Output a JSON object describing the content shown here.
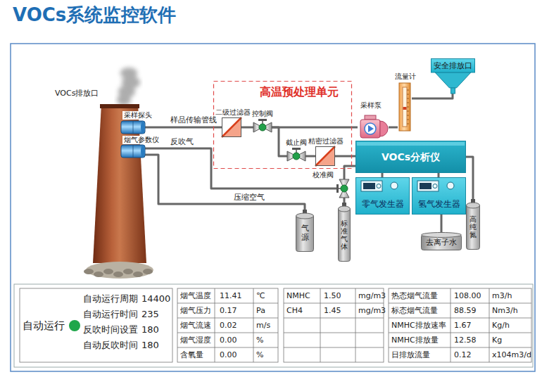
{
  "diagram": {
    "title": "VOCs系统监控软件",
    "nodes": [
      {
        "text": [
          "VOCs排放口"
        ]
      },
      {
        "text": [
          "采样探头"
        ]
      },
      {
        "text": [
          "烟气参数仪"
        ]
      },
      {
        "text": [
          "高温预处理单元"
        ]
      },
      {
        "text": [
          "二级过滤器"
        ],
        "in": 3
      },
      {
        "text": [
          "控制阀"
        ],
        "in": 3
      },
      {
        "text": [
          "截止阀"
        ],
        "in": 3
      },
      {
        "text": [
          "精密过滤器"
        ],
        "in": 3
      },
      {
        "text": [
          "采样泵"
        ]
      },
      {
        "text": [
          "流量计"
        ]
      },
      {
        "text": [
          "安全排放口"
        ]
      },
      {
        "text": [
          "VOCs分析仪"
        ]
      },
      {
        "text": [
          "零气发生器"
        ]
      },
      {
        "text": [
          "氢气发生器"
        ]
      },
      {
        "text": [
          "校准阀"
        ]
      },
      {
        "text": [
          "气源"
        ]
      },
      {
        "text": [
          "标准气体"
        ]
      },
      {
        "text": [
          "去离子水"
        ]
      },
      {
        "text": [
          "高纯氮"
        ]
      }
    ],
    "edges": [
      {
        "from": 1,
        "to": 4,
        "arrow": "none",
        "label": "样品传输管线"
      },
      {
        "from": 4,
        "to": 5,
        "arrow": "none"
      },
      {
        "from": 5,
        "to": 8,
        "arrow": "none"
      },
      {
        "from": 8,
        "to": 9,
        "arrow": "none"
      },
      {
        "from": 9,
        "to": 10,
        "arrow": "none"
      },
      {
        "from": 5,
        "to": 6,
        "arrow": "none"
      },
      {
        "from": 6,
        "to": 7,
        "arrow": "none"
      },
      {
        "from": 7,
        "to": 11,
        "arrow": "none"
      },
      {
        "from": 2,
        "to": 14,
        "arrow": "none",
        "label": "反吹气"
      },
      {
        "from": 15,
        "to": 2,
        "arrow": "none",
        "label": "压缩空气"
      },
      {
        "from": 16,
        "to": 14,
        "arrow": "none"
      },
      {
        "from": 14,
        "to": 11,
        "arrow": "none"
      },
      {
        "from": 12,
        "to": 11,
        "arrow": "none"
      },
      {
        "from": 13,
        "to": 11,
        "arrow": "none"
      },
      {
        "from": 17,
        "to": 13,
        "arrow": "none"
      },
      {
        "from": 18,
        "to": 11,
        "arrow": "none"
      }
    ],
    "labels": [
      "自动运行",
      "自动运行周期",
      "14400",
      "自动运行时间",
      "235",
      "反吹时间设置",
      "180",
      "自动反吹时间",
      "180",
      "烟气温度",
      "11.41",
      "℃",
      "烟气压力",
      "0.17",
      "Pa",
      "烟气流速",
      "0.02",
      "m/s",
      "烟气湿度",
      "0.00",
      "%",
      "含氧量",
      "0.00",
      "%",
      "NMHC",
      "1.50",
      "mg/m3",
      "CH4",
      "1.45",
      "mg/m3",
      "热态烟气流量",
      "108.00",
      "m3/h",
      "标态烟气流量",
      "88.59",
      "Nm3/h",
      "NMHC排放速率",
      "1.67",
      "Kg/h",
      "NMHC排放量",
      "12.58",
      "Kg",
      "日排放流量",
      "0.12",
      "x104m3/d"
    ]
  }
}
